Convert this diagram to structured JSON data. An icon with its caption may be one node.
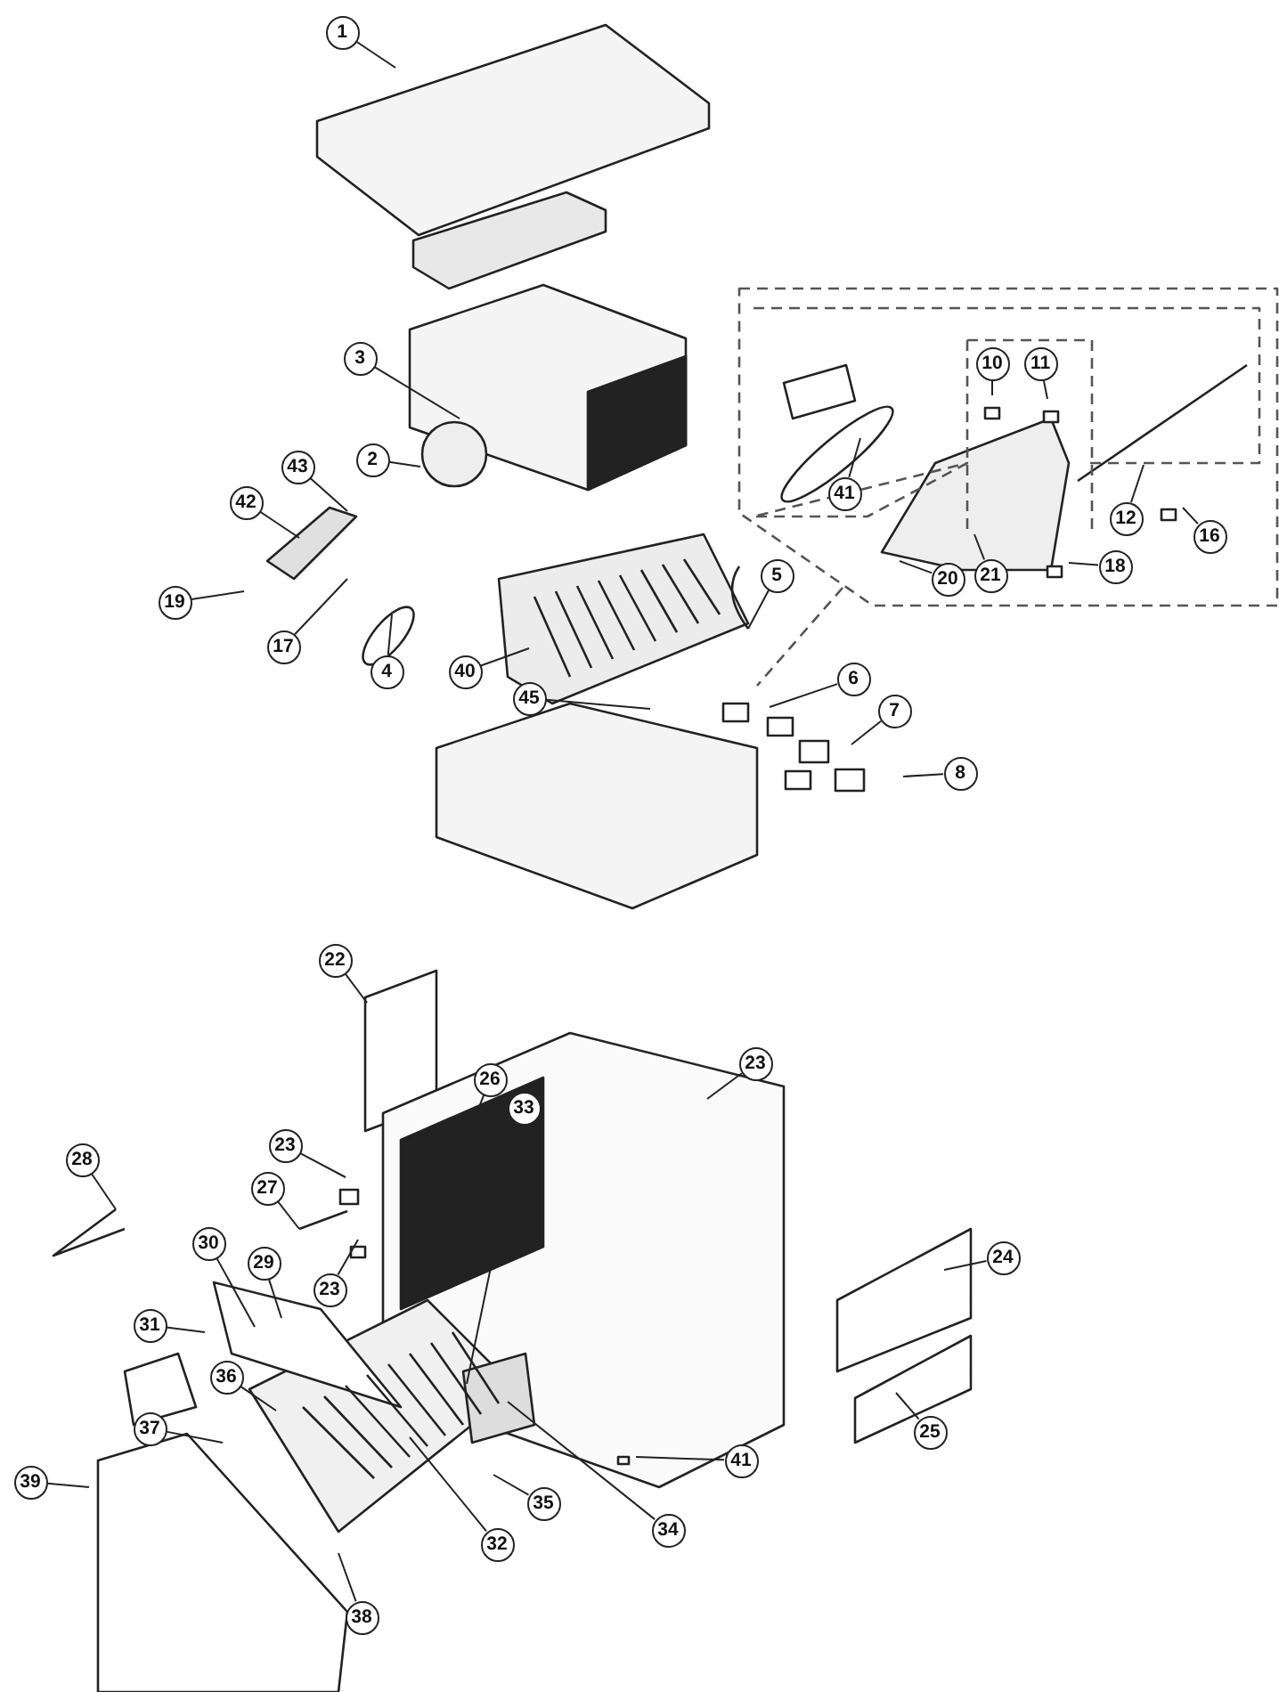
{
  "diagram": {
    "nodes": [
      {
        "text": [
          "1"
        ]
      },
      {
        "text": [
          "3"
        ]
      },
      {
        "text": [
          "10"
        ]
      },
      {
        "text": [
          "11"
        ]
      },
      {
        "text": [
          "2"
        ]
      },
      {
        "text": [
          "43"
        ]
      },
      {
        "text": [
          "42"
        ]
      },
      {
        "text": [
          "12"
        ]
      },
      {
        "text": [
          "41"
        ]
      },
      {
        "text": [
          "16"
        ]
      },
      {
        "text": [
          "18"
        ]
      },
      {
        "text": [
          "5"
        ]
      },
      {
        "text": [
          "21"
        ]
      },
      {
        "text": [
          "20"
        ]
      },
      {
        "text": [
          "19"
        ]
      },
      {
        "text": [
          "17"
        ]
      },
      {
        "text": [
          "4"
        ]
      },
      {
        "text": [
          "40"
        ]
      },
      {
        "text": [
          "45"
        ]
      },
      {
        "text": [
          "6"
        ]
      },
      {
        "text": [
          "7"
        ]
      },
      {
        "text": [
          "8"
        ]
      },
      {
        "text": [
          "22"
        ]
      },
      {
        "text": [
          "23"
        ]
      },
      {
        "text": [
          "26"
        ]
      },
      {
        "text": [
          "33"
        ]
      },
      {
        "text": [
          "23"
        ]
      },
      {
        "text": [
          "28"
        ]
      },
      {
        "text": [
          "27"
        ]
      },
      {
        "text": [
          "30"
        ]
      },
      {
        "text": [
          "29"
        ]
      },
      {
        "text": [
          "23"
        ]
      },
      {
        "text": [
          "24"
        ]
      },
      {
        "text": [
          "31"
        ]
      },
      {
        "text": [
          "36"
        ]
      },
      {
        "text": [
          "37"
        ]
      },
      {
        "text": [
          "25"
        ]
      },
      {
        "text": [
          "41"
        ]
      },
      {
        "text": [
          "39"
        ]
      },
      {
        "text": [
          "35"
        ]
      },
      {
        "text": [
          "34"
        ]
      },
      {
        "text": [
          "32"
        ]
      },
      {
        "text": [
          "38"
        ]
      }
    ],
    "edges": [
      {
        "from": 0,
        "to": null,
        "arrow": "none"
      },
      {
        "from": 1,
        "to": null,
        "arrow": "none"
      },
      {
        "from": 2,
        "to": null,
        "arrow": "none"
      },
      {
        "from": 3,
        "to": null,
        "arrow": "none"
      },
      {
        "from": 4,
        "to": null,
        "arrow": "none"
      },
      {
        "from": 5,
        "to": null,
        "arrow": "none"
      },
      {
        "from": 6,
        "to": null,
        "arrow": "none"
      },
      {
        "from": 7,
        "to": null,
        "arrow": "none"
      },
      {
        "from": 8,
        "to": null,
        "arrow": "none"
      },
      {
        "from": 9,
        "to": null,
        "arrow": "none"
      },
      {
        "from": 10,
        "to": null,
        "arrow": "none"
      },
      {
        "from": 11,
        "to": null,
        "arrow": "none"
      },
      {
        "from": 12,
        "to": null,
        "arrow": "none"
      },
      {
        "from": 13,
        "to": null,
        "arrow": "none"
      },
      {
        "from": 14,
        "to": null,
        "arrow": "none"
      },
      {
        "from": 15,
        "to": null,
        "arrow": "none"
      },
      {
        "from": 16,
        "to": null,
        "arrow": "none"
      },
      {
        "from": 17,
        "to": null,
        "arrow": "none"
      },
      {
        "from": 18,
        "to": null,
        "arrow": "none"
      },
      {
        "from": 19,
        "to": null,
        "arrow": "none"
      },
      {
        "from": 20,
        "to": null,
        "arrow": "none"
      },
      {
        "from": 21,
        "to": null,
        "arrow": "none"
      },
      {
        "from": 22,
        "to": null,
        "arrow": "none"
      },
      {
        "from": 23,
        "to": null,
        "arrow": "none"
      },
      {
        "from": 24,
        "to": null,
        "arrow": "none"
      },
      {
        "from": 25,
        "to": null,
        "arrow": "none"
      },
      {
        "from": 26,
        "to": null,
        "arrow": "none"
      },
      {
        "from": 27,
        "to": null,
        "arrow": "none"
      },
      {
        "from": 28,
        "to": null,
        "arrow": "none"
      },
      {
        "from": 29,
        "to": null,
        "arrow": "none"
      },
      {
        "from": 30,
        "to": null,
        "arrow": "none"
      },
      {
        "from": 31,
        "to": null,
        "arrow": "none"
      },
      {
        "from": 32,
        "to": null,
        "arrow": "none"
      },
      {
        "from": 33,
        "to": null,
        "arrow": "none"
      },
      {
        "from": 34,
        "to": null,
        "arrow": "none"
      },
      {
        "from": 35,
        "to": null,
        "arrow": "none"
      },
      {
        "from": 36,
        "to": null,
        "arrow": "none"
      },
      {
        "from": 37,
        "to": null,
        "arrow": "none"
      },
      {
        "from": 38,
        "to": null,
        "arrow": "none"
      },
      {
        "from": 39,
        "to": null,
        "arrow": "none"
      },
      {
        "from": 40,
        "to": null,
        "arrow": "none"
      },
      {
        "from": 41,
        "to": null,
        "arrow": "none"
      },
      {
        "from": 42,
        "to": null,
        "arrow": "none"
      }
    ]
  }
}
